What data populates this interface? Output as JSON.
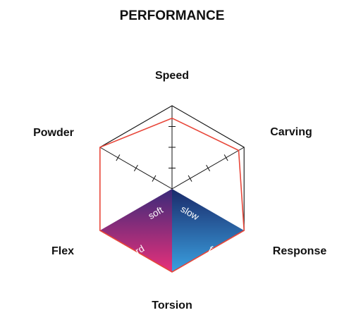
{
  "chart_data": {
    "type": "radar",
    "title": "PERFORMANCE",
    "axes": [
      "Speed",
      "Carving",
      "Response",
      "Torsion",
      "Flex",
      "Powder"
    ],
    "range": [
      0,
      4
    ],
    "ticks": 4,
    "values": [
      3.4,
      3.7,
      4.0,
      4.0,
      4.0,
      4.0
    ],
    "segment_labels": {
      "flex_upper": "soft",
      "flex_lower": "hard",
      "response_upper": "slow",
      "response_lower": "fast"
    },
    "colors": {
      "series_line": "#e8473a",
      "frame": "#111111",
      "flex_top": "#3a2a7a",
      "flex_bottom": "#e8307a",
      "response_top": "#1a2a6a",
      "response_bottom": "#3aa0e0"
    }
  }
}
